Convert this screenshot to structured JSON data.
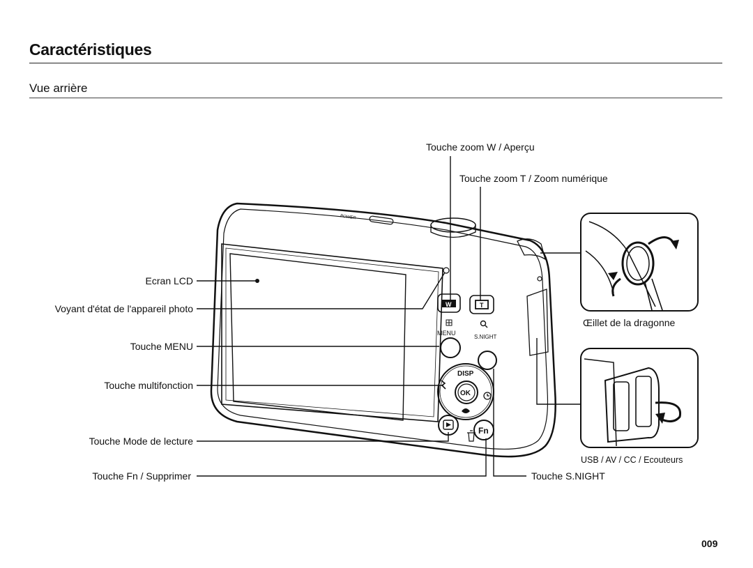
{
  "page": {
    "title": "Caractéristiques",
    "subtitle": "Vue arrière",
    "page_number": "009"
  },
  "camera": {
    "power_text": "POWER",
    "buttons": {
      "wide": "W",
      "tele": "T",
      "menu": "MENU",
      "snight": "S.NIGHT",
      "disp": "DISP",
      "ok": "OK",
      "fn": "Fn"
    }
  },
  "labels": {
    "zoom_w": "Touche zoom W / Aperçu",
    "zoom_t": "Touche zoom T / Zoom numérique",
    "lcd": "Ecran LCD",
    "status_led": "Voyant d'état de l'appareil photo",
    "menu": "Touche MENU",
    "multifunction": "Touche multifonction",
    "playback": "Touche Mode de lecture",
    "fn_delete": "Touche Fn / Supprimer",
    "snight": "Touche S.NIGHT",
    "strap_eyelet": "Œillet de la dragonne",
    "usb_port": "USB / AV / CC / Ecouteurs"
  }
}
